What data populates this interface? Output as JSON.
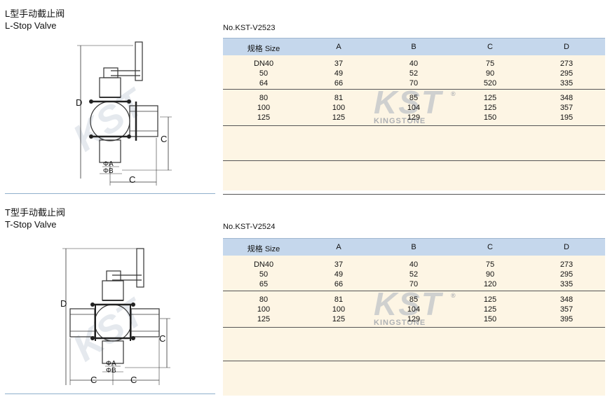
{
  "sections": [
    {
      "title_cn": "L型手动截止阀",
      "title_en": "L-Stop Valve",
      "model_no": "No.KST-V2523",
      "headers": [
        "规格 Size",
        "A",
        "B",
        "C",
        "D"
      ],
      "groups": [
        [
          [
            "DN40",
            "37",
            "40",
            "75",
            "273"
          ],
          [
            "50",
            "49",
            "52",
            "90",
            "295"
          ],
          [
            "64",
            "66",
            "70",
            "520",
            "335"
          ]
        ],
        [
          [
            "80",
            "81",
            "85",
            "125",
            "348"
          ],
          [
            "100",
            "100",
            "104",
            "125",
            "357"
          ],
          [
            "125",
            "125",
            "129",
            "150",
            "195"
          ]
        ]
      ],
      "diagram_labels": {
        "d": "D",
        "c_side": "C",
        "c_bottom": "C",
        "phi_a": "ΦA",
        "phi_b": "ΦB"
      }
    },
    {
      "title_cn": "T型手动截止阀",
      "title_en": "T-Stop Valve",
      "model_no": "No.KST-V2524",
      "headers": [
        "规格 Size",
        "A",
        "B",
        "C",
        "D"
      ],
      "groups": [
        [
          [
            "DN40",
            "37",
            "40",
            "75",
            "273"
          ],
          [
            "50",
            "49",
            "52",
            "90",
            "295"
          ],
          [
            "65",
            "66",
            "70",
            "120",
            "335"
          ]
        ],
        [
          [
            "80",
            "81",
            "85",
            "125",
            "348"
          ],
          [
            "100",
            "100",
            "104",
            "125",
            "357"
          ],
          [
            "125",
            "125",
            "129",
            "150",
            "395"
          ]
        ]
      ],
      "diagram_labels": {
        "d": "D",
        "c_side": "C",
        "c_bottom_left": "C",
        "c_bottom_right": "C",
        "phi_a": "ΦA",
        "phi_b": "ΦB"
      }
    }
  ],
  "watermark": {
    "logo": "KST",
    "brand": "KINGSTONE",
    "registered": "®"
  },
  "colors": {
    "header_bg": "#c5d7ec",
    "body_bg": "#fdf5e4",
    "separator": "#8fb0cc"
  }
}
